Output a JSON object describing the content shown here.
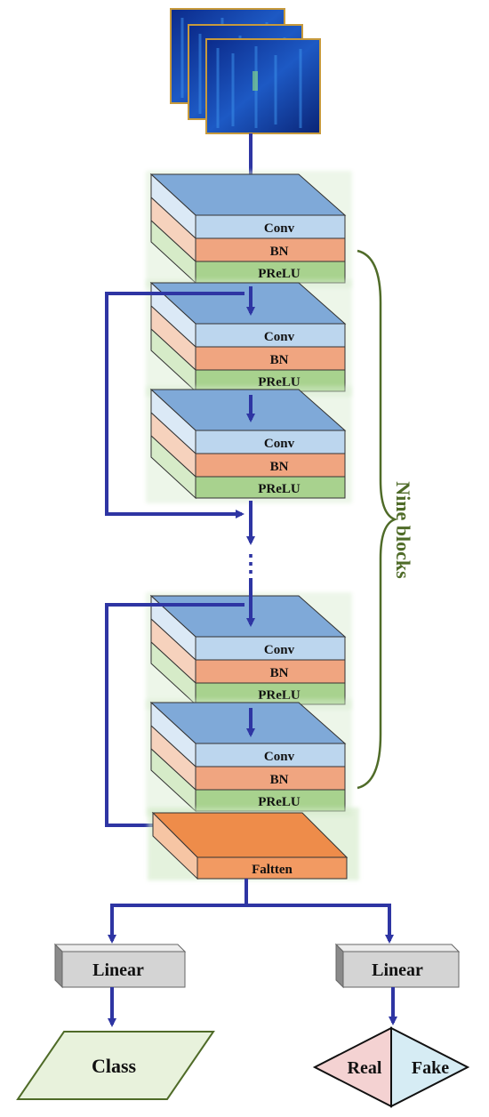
{
  "conv_blocks": [
    {
      "conv": "Conv",
      "bn": "BN",
      "prelu": "PReLU"
    },
    {
      "conv": "Conv",
      "bn": "BN",
      "prelu": "PReLU"
    },
    {
      "conv": "Conv",
      "bn": "BN",
      "prelu": "PReLU"
    },
    {
      "conv": "Conv",
      "bn": "BN",
      "prelu": "PReLU"
    },
    {
      "conv": "Conv",
      "bn": "BN",
      "prelu": "PReLU"
    }
  ],
  "brace_label": "Nine blocks",
  "ellipsis": "⋮",
  "flatten_label": "Faltten",
  "linear_left": "Linear",
  "linear_right": "Linear",
  "class_label": "Class",
  "real_label": "Real",
  "fake_label": "Fake",
  "colors": {
    "arrow": "#2e35a3",
    "conv_front": "#bcd6ee",
    "block_top": "#7fa9d8",
    "bn": "#f0a580",
    "prelu": "#a8d28e",
    "flatten": "#f29a62",
    "brace": "#4f6b28"
  }
}
